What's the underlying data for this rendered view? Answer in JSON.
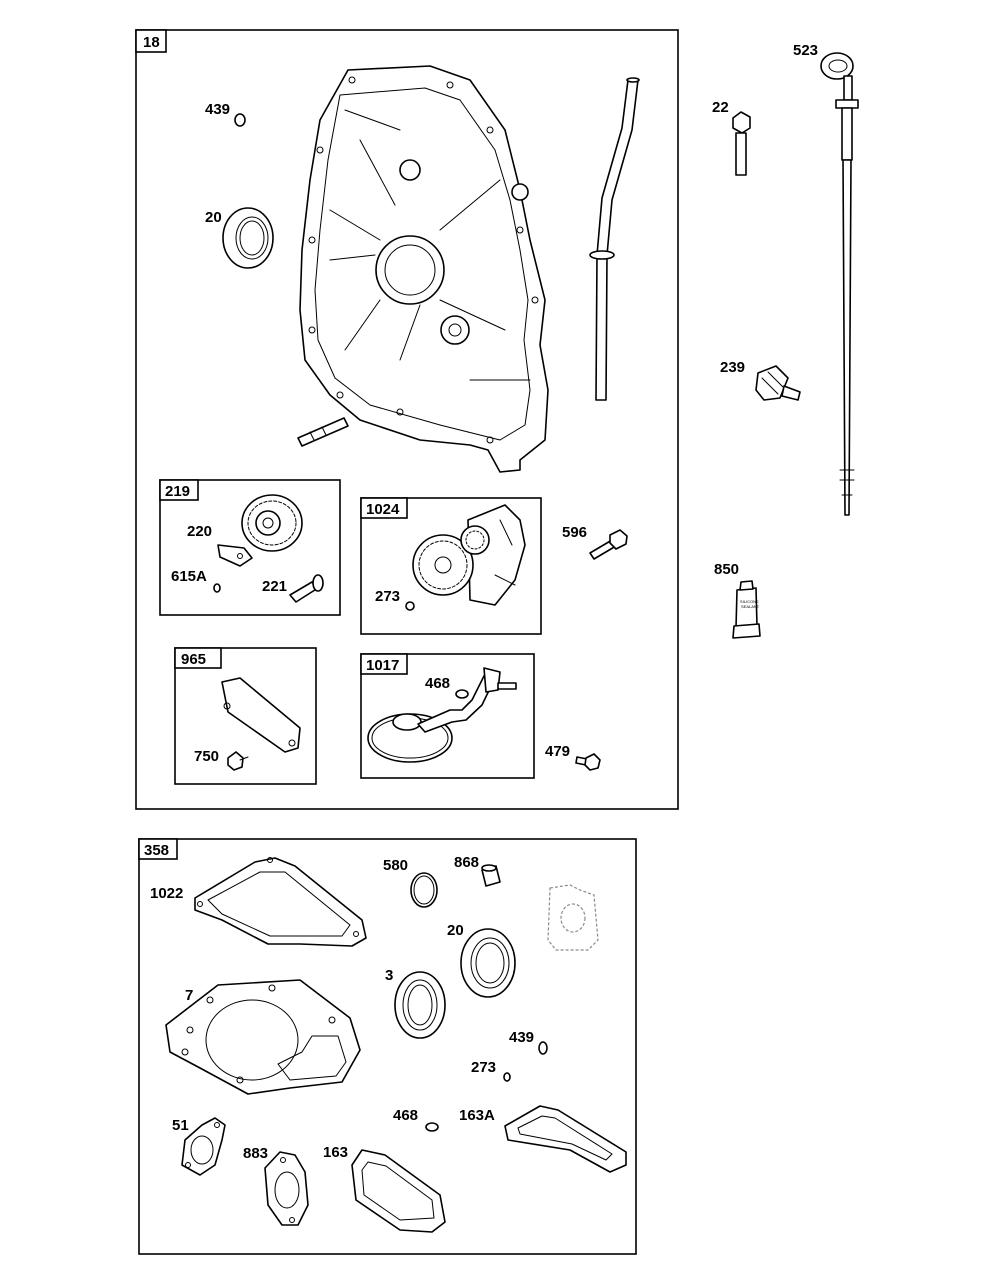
{
  "groups": {
    "g18": "18",
    "g219": "219",
    "g1024": "1024",
    "g965": "965",
    "g1017": "1017",
    "g358": "358"
  },
  "parts": {
    "p439a": "439",
    "p20a": "20",
    "p220": "220",
    "p615A": "615A",
    "p221": "221",
    "p273a": "273",
    "p596": "596",
    "p750": "750",
    "p468a": "468",
    "p479": "479",
    "p523": "523",
    "p22": "22",
    "p239": "239",
    "p850": "850",
    "p1022": "1022",
    "p580": "580",
    "p868": "868",
    "p20b": "20",
    "p3": "3",
    "p7": "7",
    "p439b": "439",
    "p273b": "273",
    "p468b": "468",
    "p163A": "163A",
    "p51": "51",
    "p883": "883",
    "p163": "163"
  },
  "tube_label": {
    "line1": "SILICONE",
    "line2": "SEALANT"
  }
}
